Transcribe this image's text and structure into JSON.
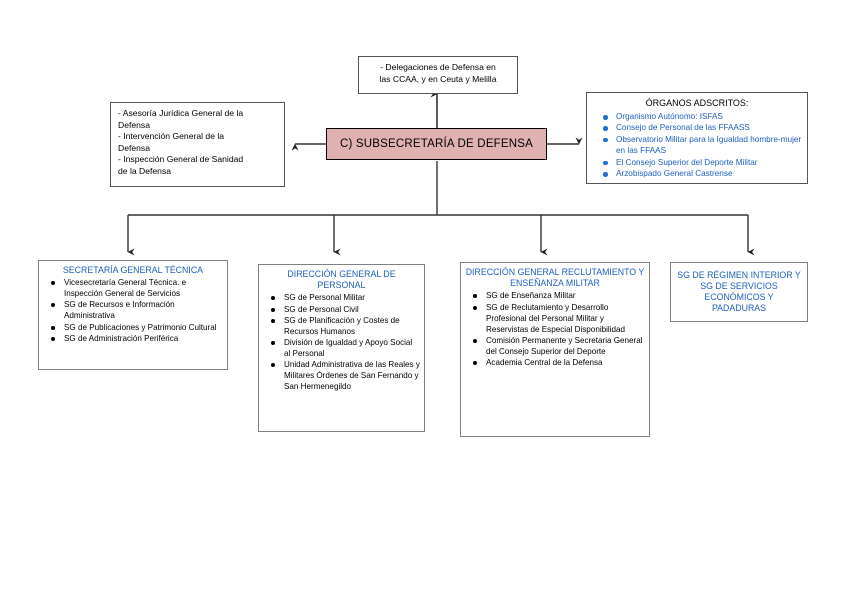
{
  "diagram": {
    "title_center": "C) SUBSECRETARÍA DE DEFENSA",
    "top_box": {
      "name": "delegaciones-box",
      "lines": [
        "- Delegaciones de Defensa en",
        "las CCAA, y en Ceuta y Melilla"
      ]
    },
    "left_box": {
      "name": "asesoria-box",
      "lines": [
        "- Asesoría Jurídica General de la",
        "Defensa",
        "- Intervención General de la",
        "Defensa",
        "- Inspección General de Sanidad",
        "de la Defensa"
      ]
    },
    "right_box": {
      "name": "organos-adscritos-box",
      "title": "ÓRGANOS ADSCRITOS:",
      "items": [
        "Organismo Autónomo: ISFAS",
        "Consejo de Personal de las FFAASS",
        "Observatorio Militar para la Igualdad hombre-mujer en las FFAAS",
        "El Consejo Superior del Deporte Militar",
        "Arzobispado General Castrense"
      ]
    },
    "children": [
      {
        "name": "secretaria-general-tecnica",
        "header": "SECRETARÍA GENERAL TÉCNICA",
        "items": [
          "Vicesecretaría General Técnica. e Inspección General de Servicios",
          "SG de Recursos e Información Administrativa",
          "SG de Publicaciones y Patrimonio Cultural",
          "SG de Administración Periférica"
        ]
      },
      {
        "name": "direccion-general-personal",
        "header": "DIRECCIÓN GENERAL DE PERSONAL",
        "items": [
          "SG de Personal Militar",
          "SG de Personal Civil",
          "SG de Planificación y Costes de Recursos Humanos",
          "División de Igualdad y Apoyo Social al Personal",
          "Unidad Administrativa de las Reales y Militares Órdenes de San Fernando y San Hermenegildo"
        ]
      },
      {
        "name": "direccion-general-reclutamiento",
        "header": "DIRECCIÓN GENERAL RECLUTAMIENTO Y ENSEÑANZA MILITAR",
        "items": [
          "SG de Enseñanza Militar",
          "SG de Reclutamiento y Desarrollo Profesional del Personal Militar y Reservistas de Especial Disponibilidad",
          "Comisión Permanente y Secretaria General del Consejo Superior del Deporte",
          "Academia Central de la Defensa"
        ]
      },
      {
        "name": "sg-regimen-interior",
        "header": "SG DE RÉGIMEN INTERIOR Y SG DE SERVICIOS ECONÓMICOS Y PADADURAS",
        "items": []
      }
    ],
    "colors": {
      "center_fill": "#e0b1b1",
      "header_blue": "#1f5fbf",
      "bullet_blue": "#1f6fd0",
      "box_border": "#808080",
      "connector": "#333333"
    }
  }
}
